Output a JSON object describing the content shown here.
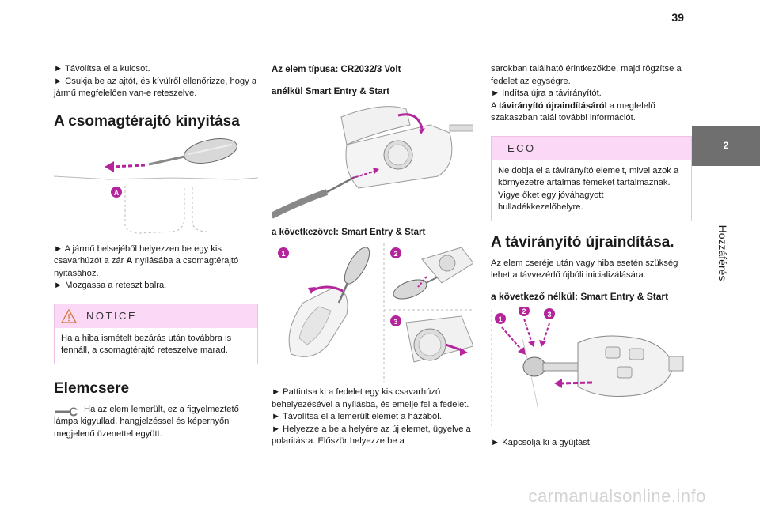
{
  "page": {
    "number": "39",
    "section_number": "2",
    "section_title": "Hozzáférés",
    "watermark": "carmanualsonline.info"
  },
  "col1": {
    "intro_1": "► Távolítsa el a kulcsot.",
    "intro_2": "► Csukja be az ajtót, és kívülről ellenőrizze, hogy a jármű megfelelően van-e reteszelve.",
    "heading_trunk": "A csomagtérajtó kinyitása",
    "illus_label": "A",
    "steps_1": "► A jármű belsejéből helyezzen be egy kis csavarhúzót a zár ",
    "steps_1_bold": "A",
    "steps_1_tail": " nyílásába a csomagtérajtó nyitásához.",
    "steps_2": "► Mozgassa a reteszt balra.",
    "notice_title": "NOTICE",
    "notice_text": "Ha a hiba ismételt bezárás után továbbra is fennáll, a csomagtérajtó reteszelve marad.",
    "heading_battery": "Elemcsere",
    "battery_text": "Ha az elem lemerült, ez a figyelmeztető lámpa kigyullad, hangjelzéssel és képernyőn megjelenő üzenettel együtt."
  },
  "col2": {
    "battery_type": "Az elem típusa: CR2032/3 Volt",
    "sub_without": "anélkül Smart Entry & Start",
    "sub_with": "a következővel: Smart Entry & Start",
    "callout_1": "1",
    "callout_2": "2",
    "callout_3": "3",
    "step_a": "► Pattintsa ki a fedelet egy kis csavarhúzó behelyezésével a nyílásba, és emelje fel a fedelet.",
    "step_b": "► Távolítsa el a lemerült elemet a házából.",
    "step_c": "► Helyezze a be a helyére az új elemet, ügyelve a polaritásra. Először helyezze be a"
  },
  "col3": {
    "cont_text": "sarokban található érintkezőkbe, majd rögzítse a fedelet az egységre.",
    "restart": "► Indítsa újra a távirányítót.",
    "ref_prefix": "A ",
    "ref_bold": "távirányító újraindításáról",
    "ref_tail": " a megfelelő szakaszban talál további információt.",
    "eco_title": "ECO",
    "eco_text": "Ne dobja el a távirányító elemeit, mivel azok a környezetre ártalmas fémeket tartalmaznak. Vigye őket egy jóváhagyott hulladékkezelőhelyre.",
    "heading_reset": "A távirányító újraindítása.",
    "reset_text": "Az elem cseréje után vagy hiba esetén szükség lehet a távvezérlő újbóli inicializálására.",
    "sub_without": "a következő nélkül: Smart Entry & Start",
    "callout_1": "1",
    "callout_2": "2",
    "callout_3": "3",
    "final_step": "► Kapcsolja ki a gyújtást."
  },
  "colors": {
    "notice_bg": "#fbd9f6",
    "callout": "#b4249d",
    "side_tab": "#6f6f6f"
  }
}
